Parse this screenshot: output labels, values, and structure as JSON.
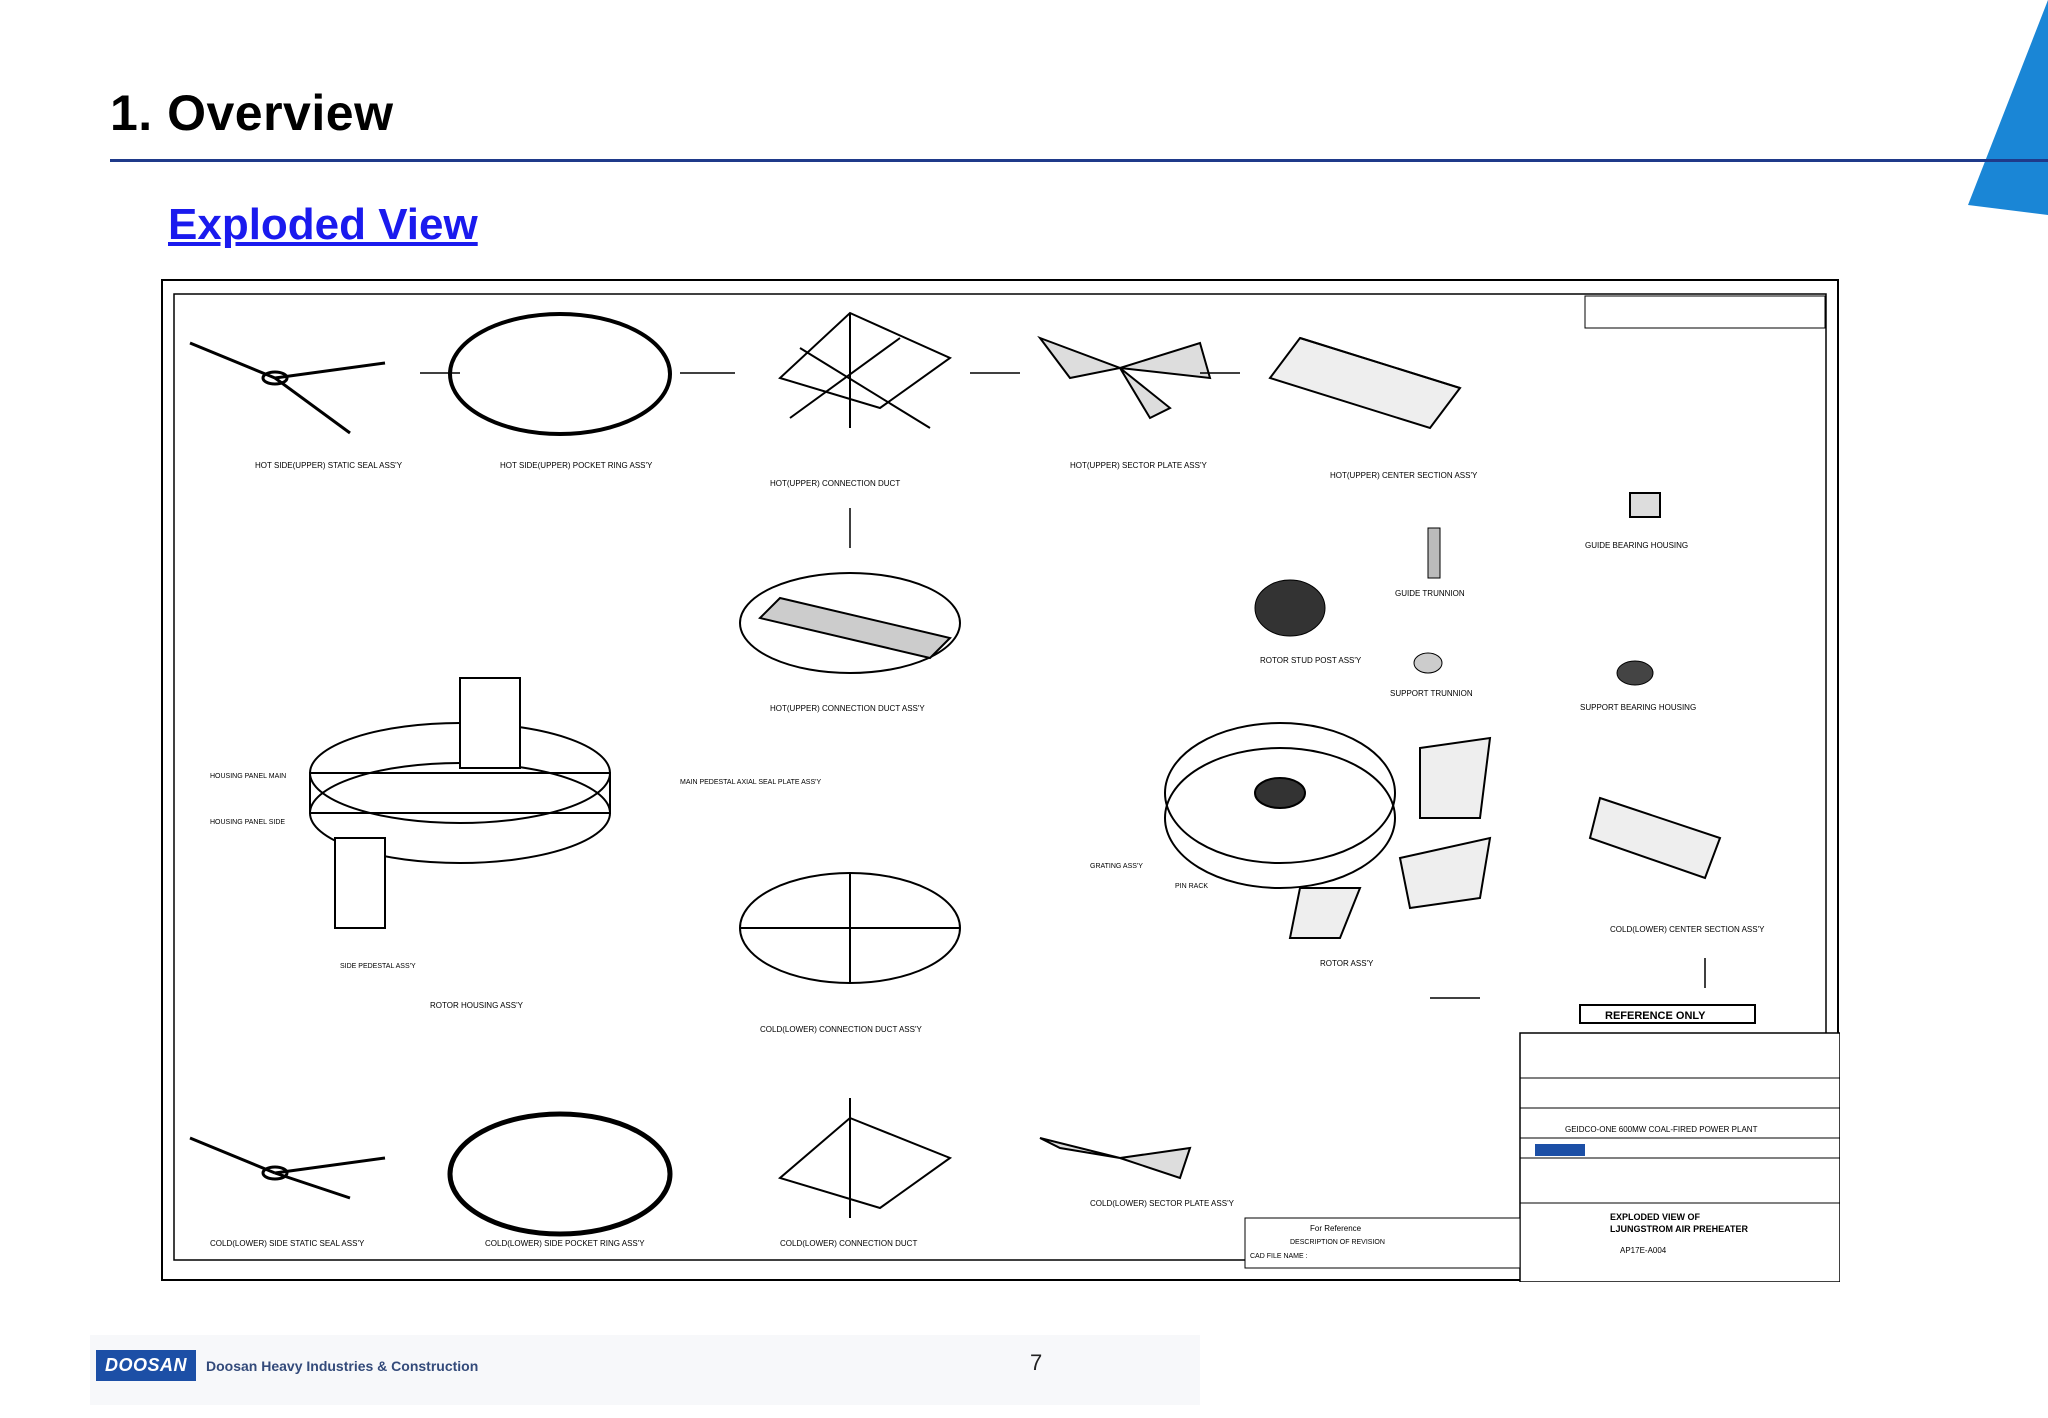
{
  "slide": {
    "title": "1. Overview",
    "subtitle": "Exploded View",
    "page_number": "7",
    "accent_color": "#1f3a8a",
    "link_color": "#1a1aee",
    "corner_color": "#1a86d6"
  },
  "footer": {
    "logo_text": "DOOSAN",
    "company": "Doosan Heavy Industries & Construction"
  },
  "drawing": {
    "labels": {
      "hot_static_seal": "HOT SIDE(UPPER) STATIC SEAL ASS'Y",
      "hot_pocket_ring": "HOT SIDE(UPPER) POCKET RING ASS'Y",
      "hot_conn_duct": "HOT(UPPER) CONNECTION DUCT",
      "hot_sector_plate": "HOT(UPPER) SECTOR PLATE ASS'Y",
      "hot_center_section": "HOT(UPPER) CENTER SECTION ASS'Y",
      "guide_bearing_housing": "GUIDE BEARING HOUSING",
      "guide_trunnion": "GUIDE TRUNNION",
      "rotor_stud_post": "ROTOR STUD POST ASS'Y",
      "support_trunnion": "SUPPORT TRUNNION",
      "support_bearing_housing": "SUPPORT BEARING HOUSING",
      "hot_conn_duct_assy": "HOT(UPPER) CONNECTION DUCT ASS'Y",
      "rotor_housing": "ROTOR HOUSING ASS'Y",
      "rotor_assy": "ROTOR ASS'Y",
      "cold_conn_duct_assy": "COLD(LOWER) CONNECTION DUCT ASS'Y",
      "cold_center_section": "COLD(LOWER) CENTER SECTION ASS'Y",
      "reference_only": "REFERENCE ONLY",
      "cold_static_seal": "COLD(LOWER) SIDE STATIC SEAL ASS'Y",
      "cold_pocket_ring": "COLD(LOWER) SIDE POCKET RING ASS'Y",
      "cold_conn_duct": "COLD(LOWER) CONNECTION DUCT",
      "cold_sector_plate": "COLD(LOWER) SECTOR PLATE ASS'Y",
      "project": "GEIDCO-ONE 600MW COAL-FIRED POWER PLANT",
      "drawing_title_1": "EXPLODED VIEW OF",
      "drawing_title_2": "LJUNGSTROM AIR PREHEATER",
      "drawing_no": "AP17E-A004",
      "revision_note": "For Reference",
      "description_of_revision": "DESCRIPTION OF REVISION",
      "cad_file": "CAD FILE NAME :",
      "housing_panel_main": "HOUSING PANEL MAIN",
      "housing_panel_side": "HOUSING PANEL SIDE",
      "side_pedestal": "SIDE PEDESTAL ASS'Y",
      "main_pedestal_axial": "MAIN PEDESTAL AXIAL SEAL PLATE ASS'Y",
      "grating": "GRATING ASS'Y",
      "pin_rack": "PIN RACK"
    }
  }
}
